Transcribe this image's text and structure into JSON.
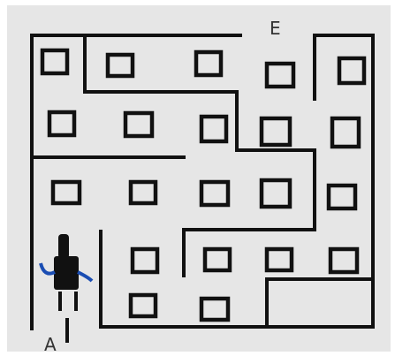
{
  "maze": {
    "exit_label": "E",
    "start_label": "A",
    "colors": {
      "background": "#e6e6e6",
      "wall": "#111111",
      "box": "#111111",
      "robot_body": "#111111",
      "robot_arms": "#1a4db3"
    },
    "icons": {
      "box": "square-box",
      "robot": "robot-agent"
    }
  }
}
